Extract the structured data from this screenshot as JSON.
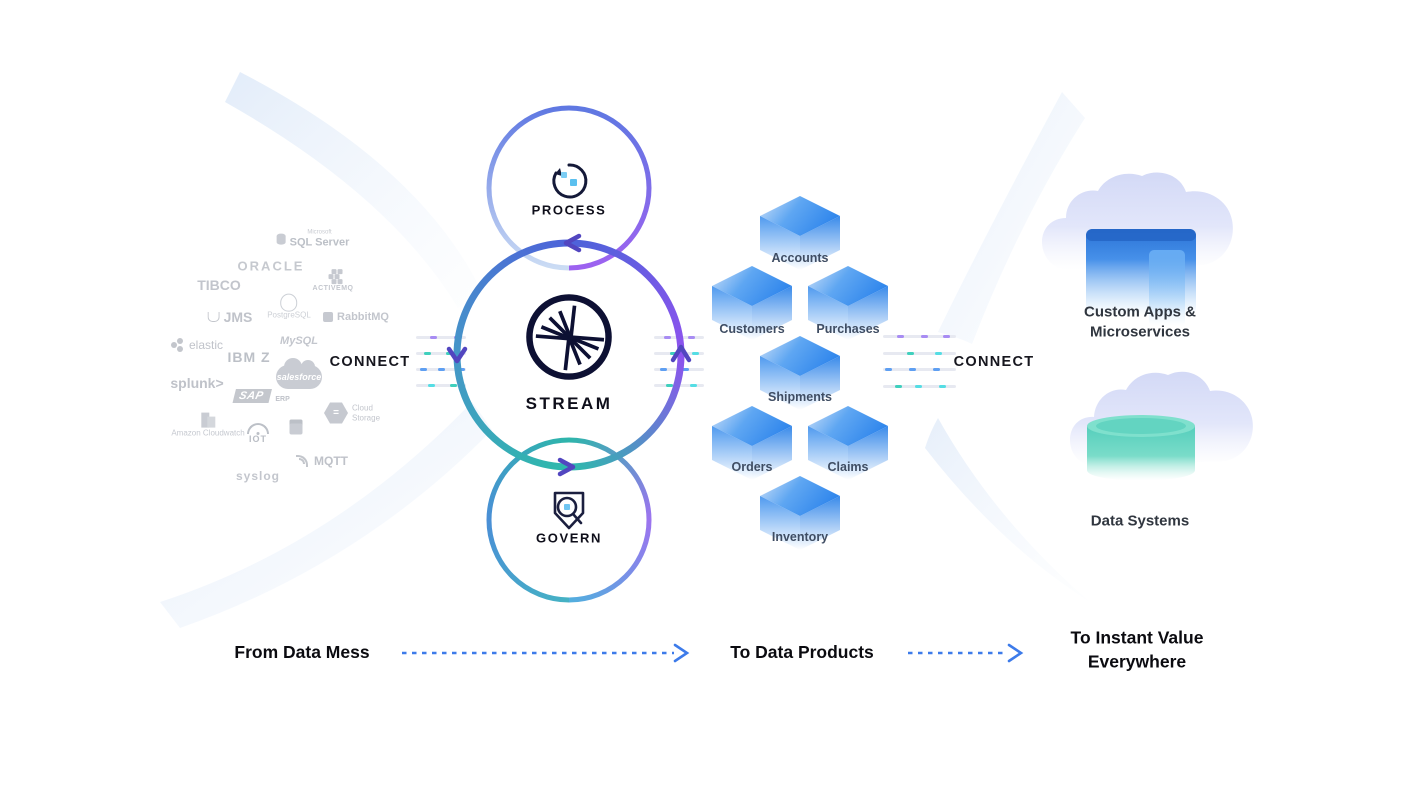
{
  "diagram": {
    "sources": {
      "connect_label": "CONNECT",
      "items": [
        {
          "label": "SQL Server",
          "sub": "Microsoft"
        },
        {
          "label": "ORACLE"
        },
        {
          "label": "TIBCO"
        },
        {
          "label": "ACTIVEMQ"
        },
        {
          "label": "JMS"
        },
        {
          "label": "PostgreSQL"
        },
        {
          "label": "RabbitMQ"
        },
        {
          "label": "elastic"
        },
        {
          "label": "MySQL"
        },
        {
          "label": "IBM Z"
        },
        {
          "label": "splunk>"
        },
        {
          "label": "salesforce"
        },
        {
          "label": "SAP",
          "sub": "ERP"
        },
        {
          "label": "Cloud Storage"
        },
        {
          "label": "Amazon Cloudwatch"
        },
        {
          "label": "IOT"
        },
        {
          "label": "MQTT"
        },
        {
          "label": "syslog"
        }
      ]
    },
    "platform": {
      "process": "PROCESS",
      "stream": "STREAM",
      "govern": "GOVERN"
    },
    "products": {
      "connect_label": "CONNECT",
      "items": [
        "Accounts",
        "Customers",
        "Purchases",
        "Shipments",
        "Orders",
        "Claims",
        "Inventory"
      ]
    },
    "destinations": {
      "custom_apps": "Custom Apps & Microservices",
      "data_systems": "Data Systems"
    },
    "journey": {
      "step1": "From Data Mess",
      "step2": "To Data Products",
      "step3": "To Instant Value Everywhere"
    },
    "colors": {
      "arrow_blue": "#3d7bea",
      "ring_blue": "#4d63d9",
      "ring_purple": "#8d53ee",
      "ring_teal": "#2eb9ac",
      "ring_steel": "#4596c8",
      "cube_blue": "#2e85ec",
      "cloud_lavender": "#d7dcf6",
      "cylinder_teal": "#63d4c1",
      "logo_gray": "#bfc3ca"
    }
  }
}
